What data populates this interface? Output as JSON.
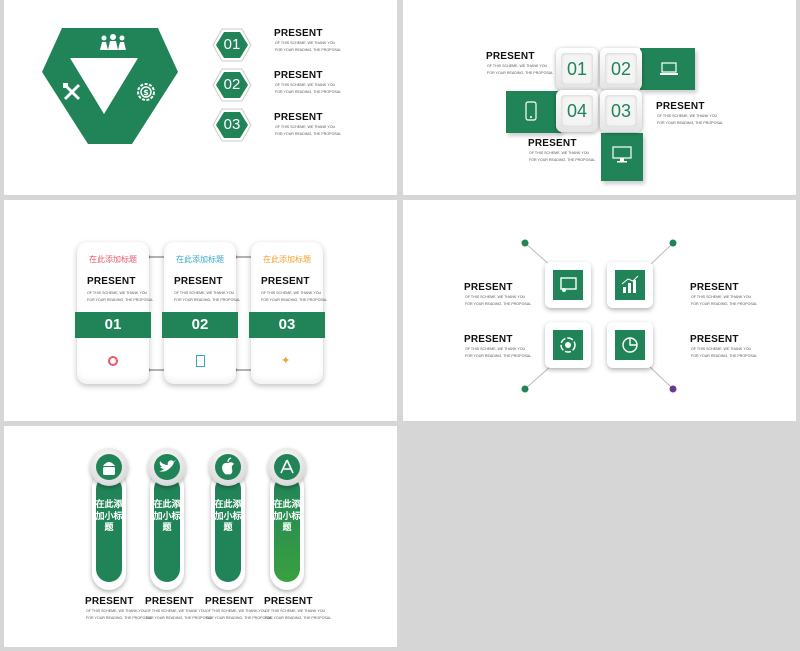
{
  "common": {
    "title": "PRESENT",
    "desc_line1": "OF THIS SCHEME, WE THANK YOU",
    "desc_line2": "FOR YOUR READING, THE PROPOSAL"
  },
  "colors": {
    "accent": "#218458",
    "slide_bg": "#ffffff",
    "canvas_bg": "#d6d6d6"
  },
  "slide1": {
    "numbers": [
      "01",
      "02",
      "03"
    ],
    "icons": [
      "people-icon",
      "tools-icon",
      "dollar-gear-icon"
    ]
  },
  "slide2": {
    "numbers": [
      "01",
      "02",
      "04",
      "03"
    ],
    "icons": [
      "laptop-icon",
      "phone-icon",
      "monitor-icon"
    ]
  },
  "slide3": {
    "cards": [
      {
        "heading": "在此添加标题",
        "heading_color": "#e85a6a",
        "number": "01",
        "icon": "lotus-icon",
        "icon_color": "#e85a6a"
      },
      {
        "heading": "在此添加标题",
        "heading_color": "#3aa7c8",
        "number": "02",
        "icon": "document-icon",
        "icon_color": "#3aa7c8"
      },
      {
        "heading": "在此添加标题",
        "heading_color": "#f0a030",
        "number": "03",
        "icon": "sparkle-icon",
        "icon_color": "#f0a030"
      }
    ]
  },
  "slide4": {
    "icons": [
      "presentation-icon",
      "bar-chart-icon",
      "gear-cycle-icon",
      "pie-chart-icon"
    ]
  },
  "slide5": {
    "pills": [
      {
        "label": "在此添加小标题",
        "icon": "android-icon"
      },
      {
        "label": "在此添加小标题",
        "icon": "twitter-icon"
      },
      {
        "label": "在此添加小标题",
        "icon": "apple-icon"
      },
      {
        "label": "在此添加小标题",
        "icon": "app-store-icon"
      }
    ]
  }
}
